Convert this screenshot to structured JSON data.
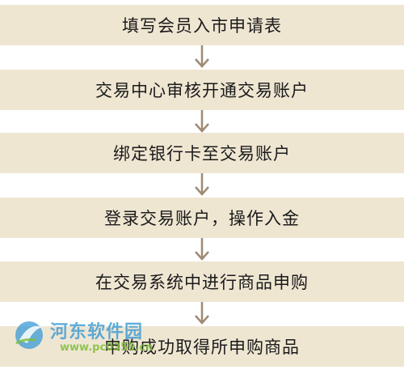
{
  "steps": [
    "填写会员入市申请表",
    "交易中心审核开通交易账户",
    "绑定银行卡至交易账户",
    "登录交易账户，操作入金",
    "在交易系统中进行商品申购",
    "申购成功取得所申购商品"
  ],
  "colors": {
    "box_fill": "#efe6d2",
    "arrow": "#9e8a72",
    "text": "#1a1a1a"
  },
  "watermark": {
    "name": "河东软件园",
    "url": "www.pc0359.cn"
  }
}
